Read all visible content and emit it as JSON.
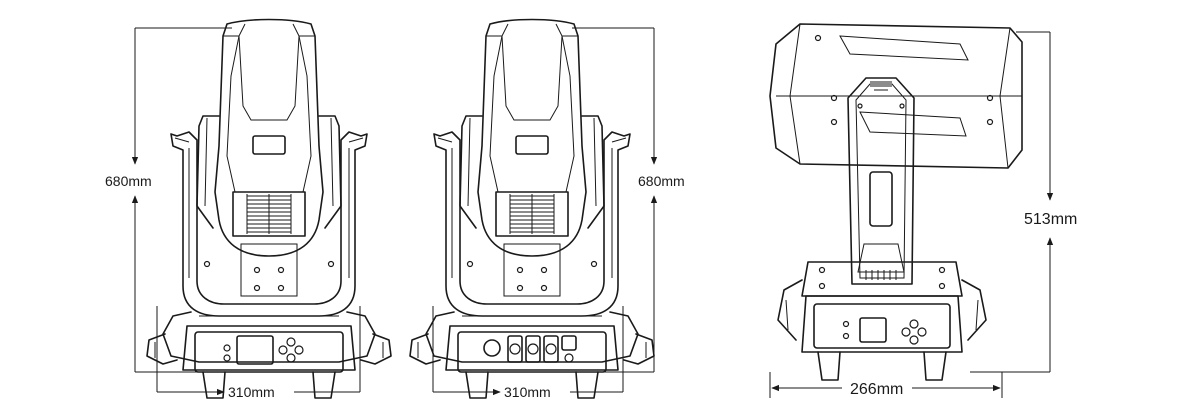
{
  "views": {
    "front": {
      "height_label": "680mm",
      "width_label": "310mm"
    },
    "back": {
      "height_label": "680mm",
      "width_label": "310mm"
    },
    "side": {
      "height_label": "513mm",
      "width_label": "266mm"
    }
  },
  "colors": {
    "line": "#1a1a1a",
    "background": "#ffffff"
  }
}
